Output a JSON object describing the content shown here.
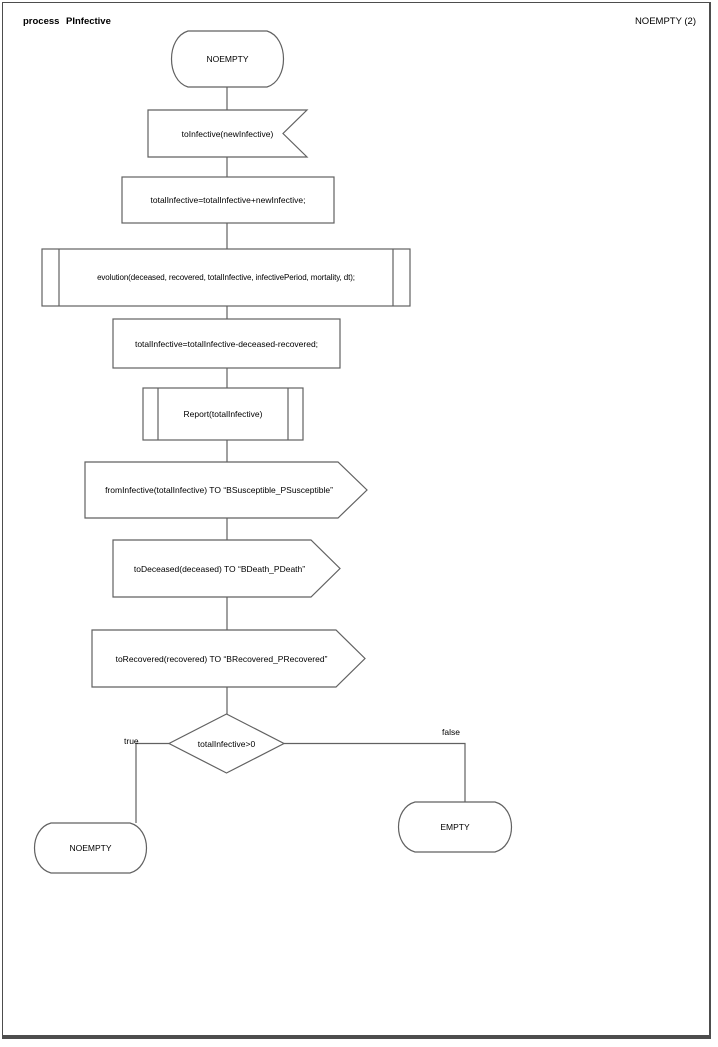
{
  "header": {
    "doc_type": "process",
    "process_name": "PInfective",
    "page_label": "NOEMPTY (2)"
  },
  "diagram": {
    "start_state": "NOEMPTY",
    "input_signal": "toInfective(newInfective)",
    "task_add": "totalInfective=totalInfective+newInfective;",
    "procedure_evolution": "evolution(deceased, recovered, totalInfective, infectivePeriod, mortality, dt);",
    "task_subtract": "totalInfective=totalInfective-deceased-recovered;",
    "procedure_report": "Report(totalInfective)",
    "output_susceptible": "fromInfective(totalInfective) TO “BSusceptible_PSusceptible”",
    "output_death": "toDeceased(deceased) TO “BDeath_PDeath”",
    "output_recovered": "toRecovered(recovered) TO “BRecovered_PRecovered”",
    "decision_condition": "totalInfective>0",
    "branch_true_label": "true",
    "branch_false_label": "false",
    "true_next_state": "NOEMPTY",
    "false_next_state": "EMPTY"
  },
  "colors": {
    "stroke": "#616161",
    "text": "#000000",
    "background": "#ffffff"
  }
}
